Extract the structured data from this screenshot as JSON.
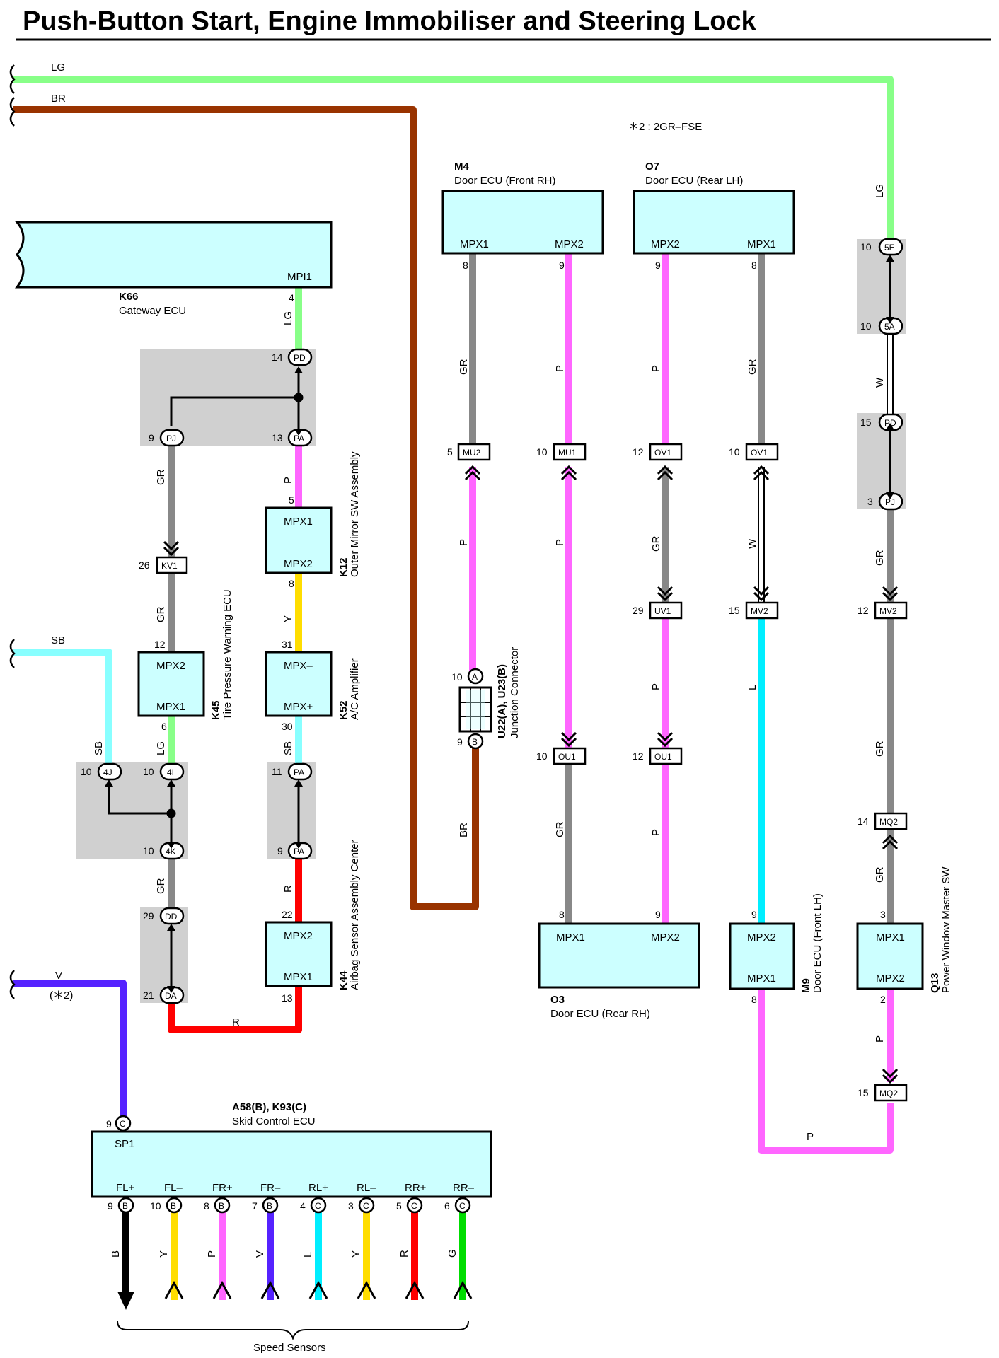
{
  "title": "Push-Button Start, Engine Immobiliser and Steering Lock",
  "note": "＊2 : 2GR–FSE",
  "colors": {
    "LG": "#88ff88",
    "BR": "#993300",
    "GR": "#888888",
    "P": "#ff66ff",
    "Y": "#ffdd00",
    "SB": "#88ffff",
    "R": "#ff0000",
    "V": "#5522ff",
    "L": "#00eeff",
    "W": "#ffffff",
    "B": "#000000",
    "G": "#00dd00",
    "box_fill": "#ccffff",
    "splice_gray": "#d0d0d0"
  },
  "wire_labels": {
    "lg": "LG",
    "br": "BR",
    "gr": "GR",
    "p": "P",
    "y": "Y",
    "sb": "SB",
    "r": "R",
    "v": "V",
    "l": "L",
    "w": "W",
    "b": "B",
    "g": "G",
    "v_note": "(＊2)"
  },
  "components": {
    "k66": {
      "code": "K66",
      "name": "Gateway ECU",
      "pin": "MPI1",
      "pin_no": "4"
    },
    "k12": {
      "code": "K12",
      "name": "Outer Mirror SW Assembly",
      "pin_top": "MPX1",
      "pin_bot": "MPX2",
      "no_top": "5",
      "no_bot": "8"
    },
    "k45": {
      "code": "K45",
      "name": "Tire Pressure Warning ECU",
      "pin_top": "MPX2",
      "pin_bot": "MPX1",
      "no_top": "12",
      "no_bot": "6"
    },
    "k52": {
      "code": "K52",
      "name": "A/C Amplifier",
      "pin_top": "MPX–",
      "pin_bot": "MPX+",
      "no_top": "31",
      "no_bot": "30"
    },
    "k44": {
      "code": "K44",
      "name": "Airbag Sensor Assembly Center",
      "pin_top": "MPX2",
      "pin_bot": "MPX1",
      "no_top": "22",
      "no_bot": "13"
    },
    "m4": {
      "code": "M4",
      "name": "Door ECU (Front RH)",
      "pin_a": "MPX1",
      "pin_b": "MPX2",
      "no_a": "8",
      "no_b": "9"
    },
    "o7": {
      "code": "O7",
      "name": "Door ECU (Rear LH)",
      "pin_a": "MPX2",
      "pin_b": "MPX1",
      "no_a": "9",
      "no_b": "8"
    },
    "o3": {
      "code": "O3",
      "name": "Door ECU (Rear RH)",
      "pin_a": "MPX1",
      "pin_b": "MPX2",
      "no_a": "8",
      "no_b": "9"
    },
    "m9": {
      "code": "M9",
      "name": "Door ECU (Front LH)",
      "pin_top": "MPX2",
      "pin_bot": "MPX1",
      "no_top": "9",
      "no_bot": "8"
    },
    "q13": {
      "code": "Q13",
      "name": "Power Window Master SW",
      "pin_top": "MPX1",
      "pin_bot": "MPX2",
      "no_top": "3",
      "no_bot": "2"
    },
    "u22": {
      "code": "U22(A), U23(B)",
      "name": "Junction Connector",
      "pin_a": "A",
      "pin_b": "B",
      "no_a": "10",
      "no_b": "9"
    },
    "skid": {
      "code": "A58(B), K93(C)",
      "name": "Skid Control ECU",
      "sp1": "SP1",
      "top_pin_no": "9",
      "top_pin": "C",
      "pins": [
        {
          "label": "FL+",
          "no": "9",
          "conn": "B",
          "wire": "B"
        },
        {
          "label": "FL–",
          "no": "10",
          "conn": "B",
          "wire": "Y"
        },
        {
          "label": "FR+",
          "no": "8",
          "conn": "B",
          "wire": "P"
        },
        {
          "label": "FR–",
          "no": "7",
          "conn": "B",
          "wire": "V"
        },
        {
          "label": "RL+",
          "no": "4",
          "conn": "C",
          "wire": "L"
        },
        {
          "label": "RL–",
          "no": "3",
          "conn": "C",
          "wire": "Y"
        },
        {
          "label": "RR+",
          "no": "5",
          "conn": "C",
          "wire": "R"
        },
        {
          "label": "RR–",
          "no": "6",
          "conn": "C",
          "wire": "G"
        }
      ]
    },
    "speed_sensors": "Speed Sensors"
  },
  "connectors": {
    "pd_top": {
      "no": "14",
      "id": "PD"
    },
    "pj_left": {
      "no": "9",
      "id": "PJ"
    },
    "pa_13": {
      "no": "13",
      "id": "PA"
    },
    "kv1": {
      "no": "26",
      "id": "KV1"
    },
    "j4j": {
      "no": "10",
      "id": "4J"
    },
    "j4i": {
      "no": "10",
      "id": "4I"
    },
    "j4k": {
      "no": "10",
      "id": "4K"
    },
    "pa_11": {
      "no": "11",
      "id": "PA"
    },
    "pa_9": {
      "no": "9",
      "id": "PA"
    },
    "dd": {
      "no": "29",
      "id": "DD"
    },
    "da": {
      "no": "21",
      "id": "DA"
    },
    "mu2": {
      "no": "5",
      "id": "MU2"
    },
    "mu1": {
      "no": "10",
      "id": "MU1"
    },
    "ov1_12": {
      "no": "12",
      "id": "OV1"
    },
    "ov1_10": {
      "no": "10",
      "id": "OV1"
    },
    "uv1": {
      "no": "29",
      "id": "UV1"
    },
    "mv2_15": {
      "no": "15",
      "id": "MV2"
    },
    "ou1_10": {
      "no": "10",
      "id": "OU1"
    },
    "ou1_12": {
      "no": "12",
      "id": "OU1"
    },
    "j5e": {
      "no": "10",
      "id": "5E"
    },
    "j5a": {
      "no": "10",
      "id": "5A"
    },
    "pd_r": {
      "no": "15",
      "id": "PD"
    },
    "pj_r": {
      "no": "3",
      "id": "PJ"
    },
    "mv2_12": {
      "no": "12",
      "id": "MV2"
    },
    "mq2_14": {
      "no": "14",
      "id": "MQ2"
    },
    "mq2_15": {
      "no": "15",
      "id": "MQ2"
    }
  }
}
